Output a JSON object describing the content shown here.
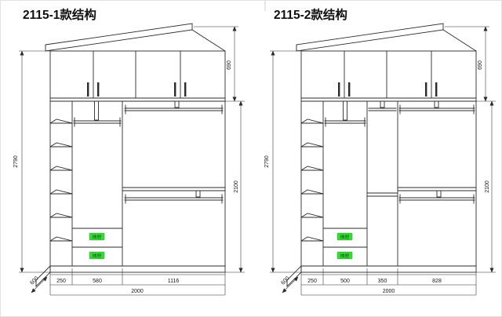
{
  "colors": {
    "line": "#2b2b2b",
    "badge_bg": "#3cd83c",
    "badge_text": "#065f06"
  },
  "diagrams": [
    {
      "title": "2115-1款结构",
      "drawer_label": "抽屉",
      "dims": {
        "overall_height": "2790",
        "top_cabinet_height": "690",
        "body_height": "2100",
        "depth": "600",
        "overall_width": "2000",
        "col_widths": [
          "250",
          "580",
          "1116"
        ]
      }
    },
    {
      "title": "2115-2款结构",
      "drawer_label": "抽屉",
      "dims": {
        "overall_height": "2790",
        "top_cabinet_height": "690",
        "body_height": "2100",
        "depth": "600",
        "overall_width": "2000",
        "col_widths": [
          "250",
          "500",
          "350",
          "828"
        ]
      }
    }
  ]
}
